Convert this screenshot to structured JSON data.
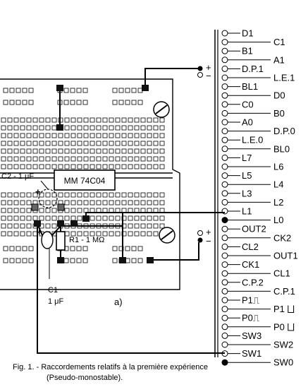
{
  "figure": {
    "connector_left_labels": [
      "D1",
      "B1",
      "D.P.1",
      "BL1",
      "C0",
      "A0",
      "L.E.0",
      "L7",
      "L5",
      "L3",
      "L1",
      "OUT2",
      "CL2",
      "CK1",
      "C.P.2",
      "P1⎍",
      "P0⎍",
      "SW3",
      "SW1"
    ],
    "connector_right_labels": [
      "C1",
      "A1",
      "L.E.1",
      "D0",
      "B0",
      "D.P.0",
      "BL0",
      "L6",
      "L4",
      "L2",
      "L0",
      "CK2",
      "OUT1",
      "CL1",
      "C.P.1",
      "P1 ⨆",
      "P0 ⨆",
      "SW2",
      "SW0"
    ],
    "chip_label": "MM 74C04",
    "c2_label": "C2 - 1 μF",
    "r1_label": "R1 - 1 MΩ",
    "c1_label": "C1",
    "c1_value": "1 μF",
    "panel_label": "a)",
    "power_plus": "+",
    "power_minus": "−"
  },
  "caption": {
    "line1": "Fig. 1. - Raccordements relatifs à la première expérience",
    "line2": "(Pseudo-monostable)."
  }
}
